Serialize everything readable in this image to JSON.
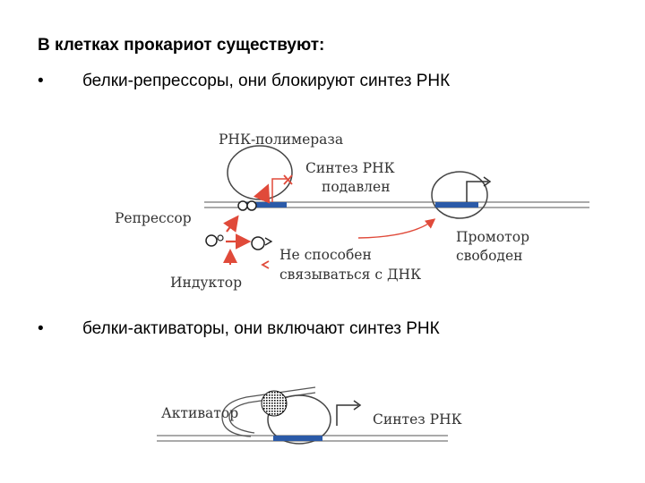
{
  "heading": "В клетках прокариот существуют:",
  "bullets": [
    {
      "marker": "•",
      "text": "белки-репрессоры, они блокируют синтез РНК"
    },
    {
      "marker": "•",
      "text": "белки-активаторы, они включают синтез РНК"
    }
  ],
  "diagram_repressor": {
    "rna_polymerase": "РНК-полимераза",
    "synthesis_suppressed_line1": "Синтез РНК",
    "synthesis_suppressed_line2": "подавлен",
    "repressor": "Репрессор",
    "inducer": "Индуктор",
    "cannot_bind_line1": "Не способен",
    "cannot_bind_line2": "связываться с ДНК",
    "promoter_free_line1": "Промотор",
    "promoter_free_line2": "свободен"
  },
  "diagram_activator": {
    "activator": "Активатор",
    "rna_synthesis": "Синтез РНК"
  },
  "colors": {
    "text": "#000000",
    "diagram_text": "#333333",
    "arrow_red": "#e04a3a",
    "dna_blue": "#2b5aa8",
    "lines": "#555555"
  }
}
